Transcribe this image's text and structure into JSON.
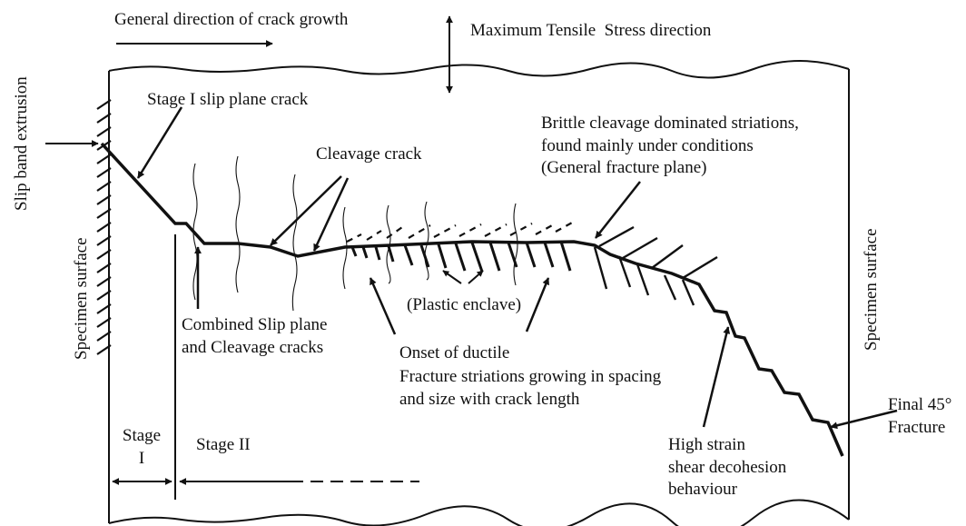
{
  "colors": {
    "ink": "#111111",
    "background": "#ffffff"
  },
  "labels": {
    "crack_growth": "General direction of crack growth",
    "tensile_stress": "Maximum Tensile  Stress direction",
    "slip_band": "Slip band extrusion",
    "stage1_crack": "Stage I slip plane crack",
    "cleavage_crack": "Cleavage crack",
    "brittle": "Brittle cleavage dominated striations,\nfound mainly under conditions\n(General fracture plane)",
    "surface_left": "Specimen surface",
    "surface_right": "Specimen surface",
    "plastic_enclave": "(Plastic enclave)",
    "combined": "Combined Slip plane\nand Cleavage cracks",
    "onset": "Onset of ductile\nFracture striations growing in spacing\nand size with crack length",
    "stage1": "Stage\nI",
    "stage2": "Stage II",
    "high_strain": "High strain\nshear decohesion\nbehaviour",
    "final": "Final 45°\nFracture"
  }
}
